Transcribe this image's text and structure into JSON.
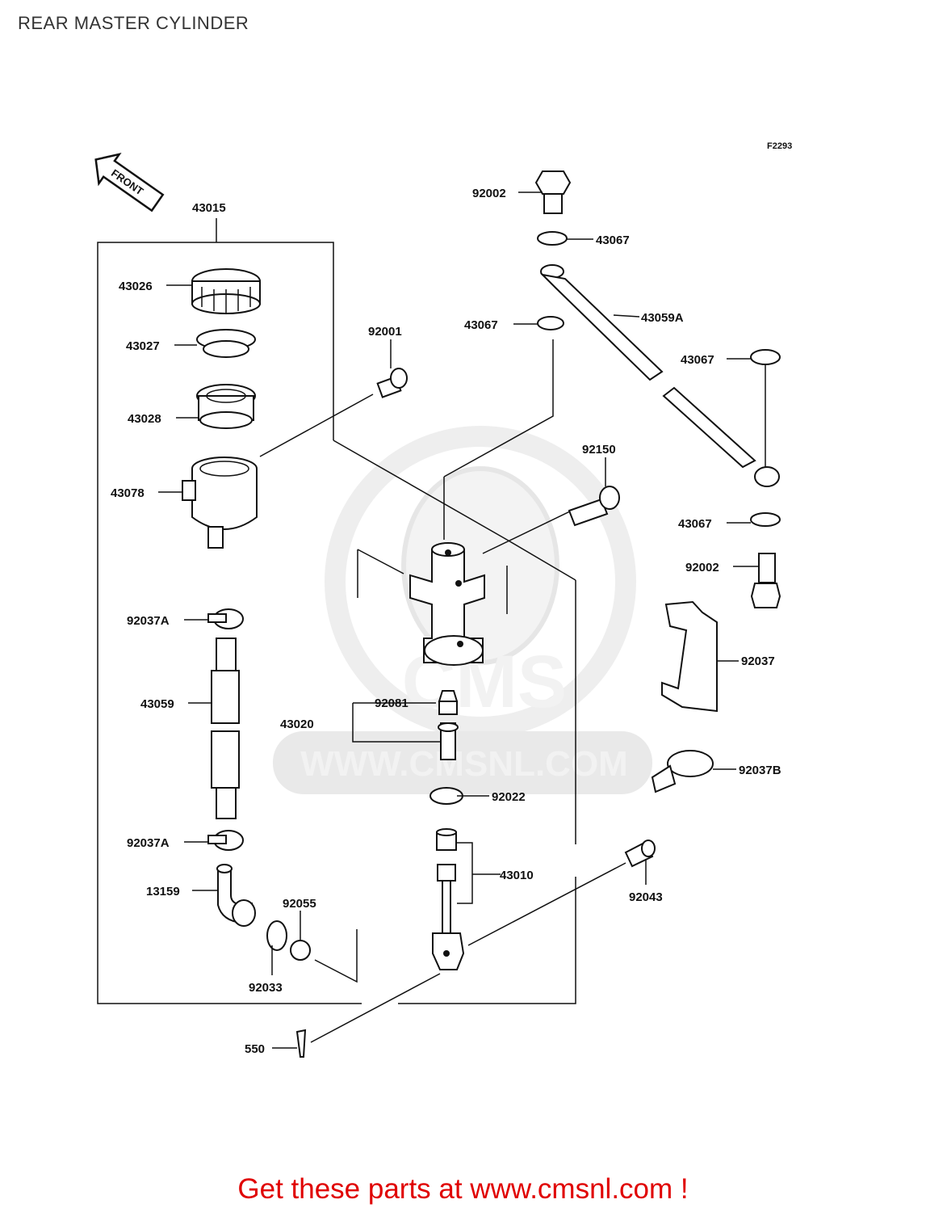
{
  "page": {
    "title": "REAR MASTER CYLINDER",
    "figure_code": "F2293",
    "front_label": "FRONT",
    "footer_text": "Get these parts at www.cmsnl.com !"
  },
  "watermark": {
    "brand": "CMS",
    "url": "WWW.CMSNL.COM"
  },
  "parts": [
    {
      "id": "p43015",
      "number": "43015"
    },
    {
      "id": "p43026",
      "number": "43026"
    },
    {
      "id": "p43027",
      "number": "43027"
    },
    {
      "id": "p43028",
      "number": "43028"
    },
    {
      "id": "p43078",
      "number": "43078"
    },
    {
      "id": "p92037A_top",
      "number": "92037A"
    },
    {
      "id": "p43059",
      "number": "43059"
    },
    {
      "id": "p92037A_bot",
      "number": "92037A"
    },
    {
      "id": "p13159",
      "number": "13159"
    },
    {
      "id": "p92055",
      "number": "92055"
    },
    {
      "id": "p92033",
      "number": "92033"
    },
    {
      "id": "p550",
      "number": "550"
    },
    {
      "id": "p92001",
      "number": "92001"
    },
    {
      "id": "p92150",
      "number": "92150"
    },
    {
      "id": "p92081",
      "number": "92081"
    },
    {
      "id": "p43020",
      "number": "43020"
    },
    {
      "id": "p92022",
      "number": "92022"
    },
    {
      "id": "p43010",
      "number": "43010"
    },
    {
      "id": "p92043",
      "number": "92043"
    },
    {
      "id": "p92002_top",
      "number": "92002"
    },
    {
      "id": "p43067_a",
      "number": "43067"
    },
    {
      "id": "p43067_b",
      "number": "43067"
    },
    {
      "id": "p43059A",
      "number": "43059A"
    },
    {
      "id": "p43067_c",
      "number": "43067"
    },
    {
      "id": "p43067_d",
      "number": "43067"
    },
    {
      "id": "p92002_bot",
      "number": "92002"
    },
    {
      "id": "p92037",
      "number": "92037"
    },
    {
      "id": "p92037B",
      "number": "92037B"
    }
  ]
}
